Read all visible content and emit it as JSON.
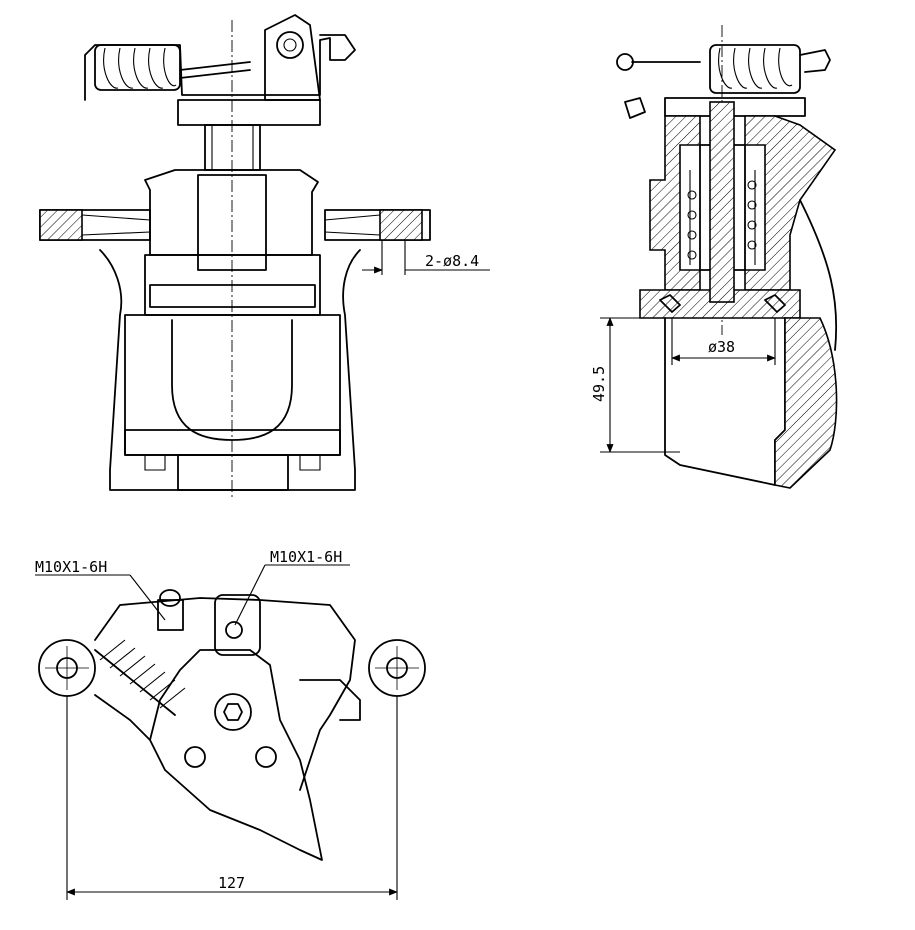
{
  "dimensions": {
    "hole_spec": "2-ø8.4",
    "piston_diameter": "ø38",
    "height": "49.5",
    "mount_spacing": "127",
    "bleeder_thread": "M10X1-6H",
    "inlet_thread": "M10X1-6H"
  }
}
